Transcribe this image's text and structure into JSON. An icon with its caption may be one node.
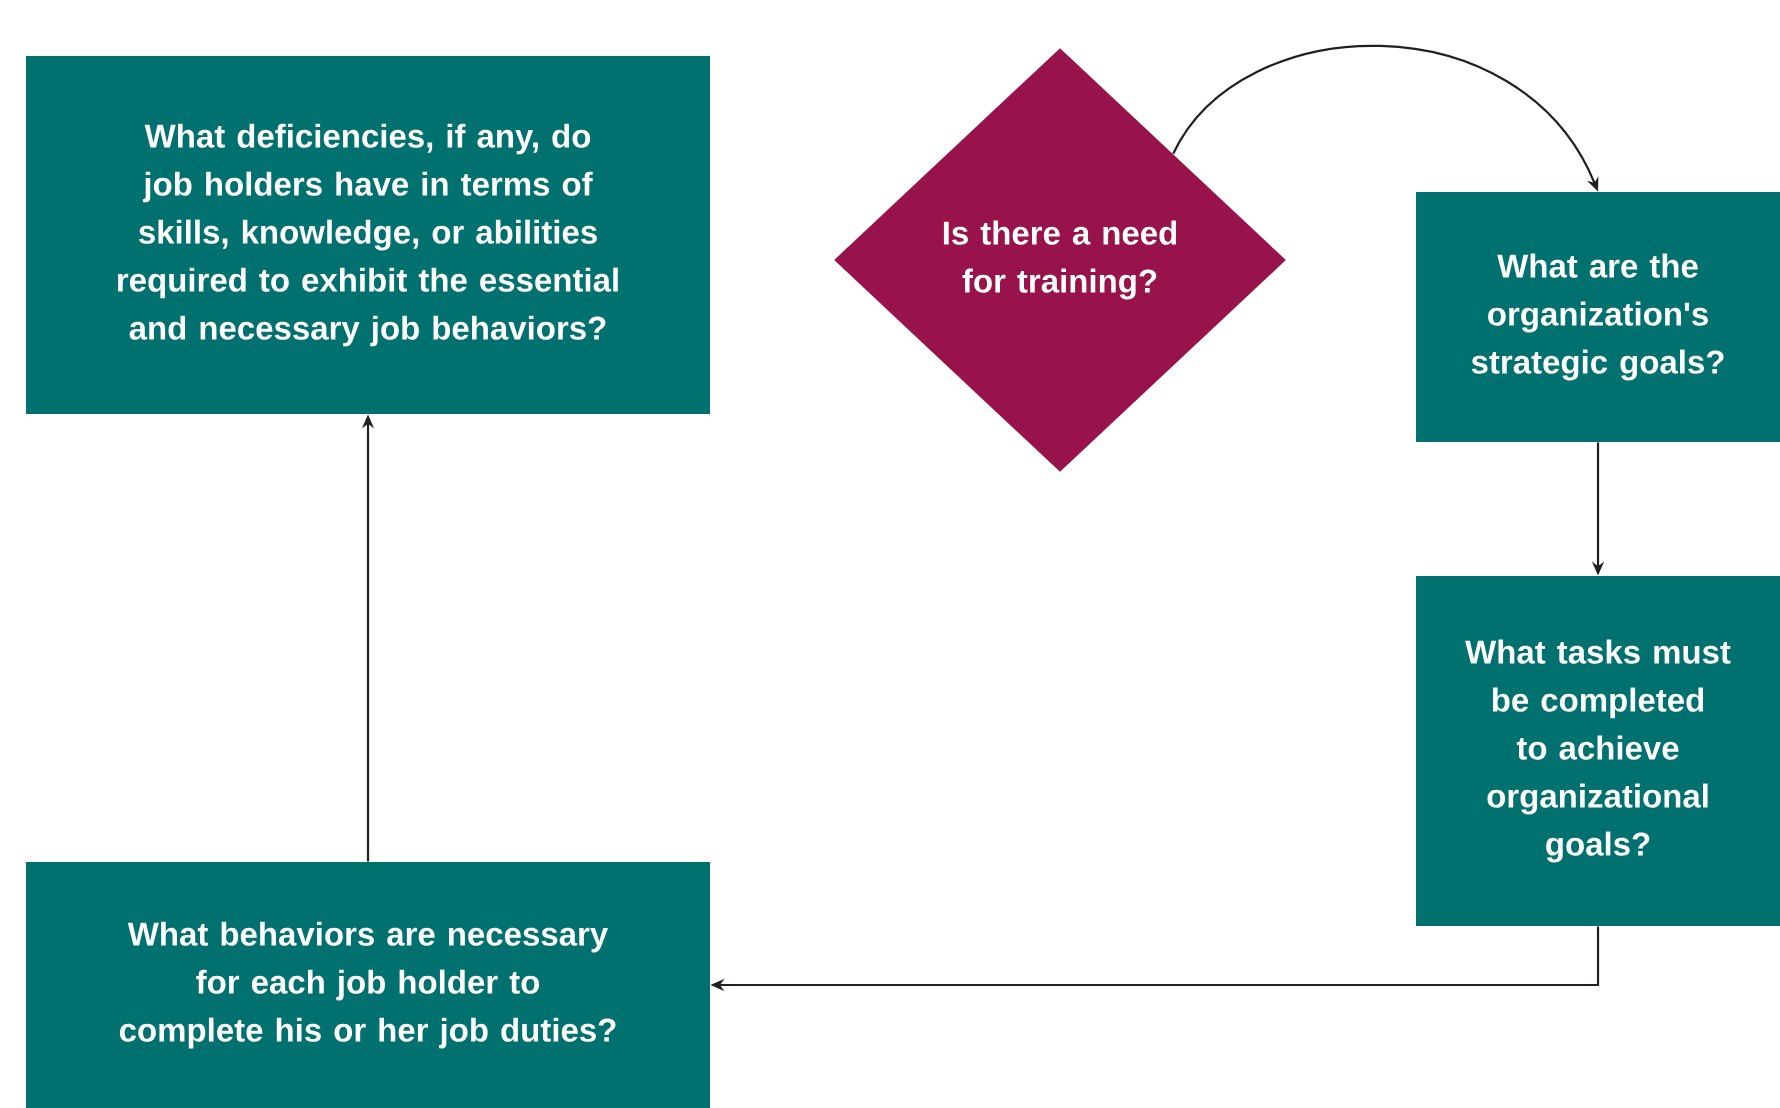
{
  "diagram": {
    "nodes": [
      {
        "text": [
          "What deficiencies, if any, do job holders have in terms of skills, knowledge, or abilities required to exhibit the essential and necessary job behaviors?"
        ]
      },
      {
        "text": [
          "Is there a need for training?"
        ]
      },
      {
        "text": [
          "What are the organization's strategic goals?"
        ]
      },
      {
        "text": [
          "What tasks must be completed to achieve organizational goals?"
        ]
      },
      {
        "text": [
          "What behaviors are necessary for each job holder to complete his or her job duties?"
        ]
      }
    ],
    "edges": [
      {
        "from": 1,
        "to": 2,
        "arrow": "to"
      },
      {
        "from": 2,
        "to": 3,
        "arrow": "to"
      },
      {
        "from": 3,
        "to": 4,
        "arrow": "to"
      },
      {
        "from": 4,
        "to": 0,
        "arrow": "to"
      }
    ]
  }
}
